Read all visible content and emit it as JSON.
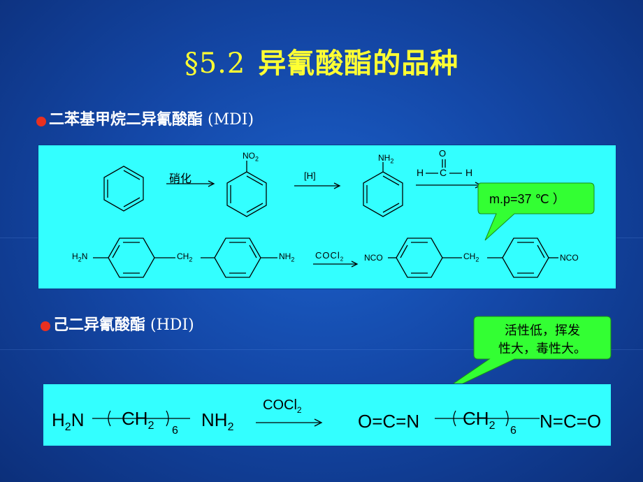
{
  "title": {
    "section": "§5.2",
    "text": "异氰酸酯的品种"
  },
  "mdi": {
    "heading": "二苯基甲烷二异氰酸酯",
    "abbr": "(MDI)",
    "labels": {
      "nitration": "硝化",
      "no2": "NO",
      "no2_sub": "2",
      "h_reduce": "[H]",
      "nh2": "NH",
      "nh2_sub": "2",
      "formald_o": "O",
      "formald_h1": "H",
      "formald_c": "C",
      "formald_h2": "H",
      "h2n": "H",
      "h2n_sub": "2",
      "h2n_n": "N",
      "ch2": "CH",
      "ch2_sub": "2",
      "nh2b": "NH",
      "nh2b_sub": "2",
      "cocl2": "COCl",
      "cocl2_sub": "2",
      "nco_left": "NCO",
      "ch2b": "CH",
      "ch2b_sub": "2",
      "nco_right": "NCO"
    },
    "callout": "m.p=37 ℃ ）"
  },
  "hdi": {
    "heading": "己二异氰酸酯",
    "abbr": "(HDI)",
    "callout_line1": "活性低，挥发",
    "callout_line2": "性大，毒性大。",
    "eq": {
      "h2n_h": "H",
      "h2n_sub": "2",
      "h2n_n": "N",
      "ch2": "CH",
      "ch2_sub": "2",
      "n_sub": "6",
      "nh2": "NH",
      "nh2_sub": "2",
      "cocl2": "COCl",
      "cocl2_sub": "2",
      "oc_n": "O=C=N",
      "ch2b": "CH",
      "ch2b_sub": "2",
      "n_sub_b": "6",
      "nco": "N=C=O"
    }
  },
  "colors": {
    "title": "#ffff33",
    "panel": "#33ffff",
    "callout": "#33ff33",
    "bullet": "#e83020"
  }
}
